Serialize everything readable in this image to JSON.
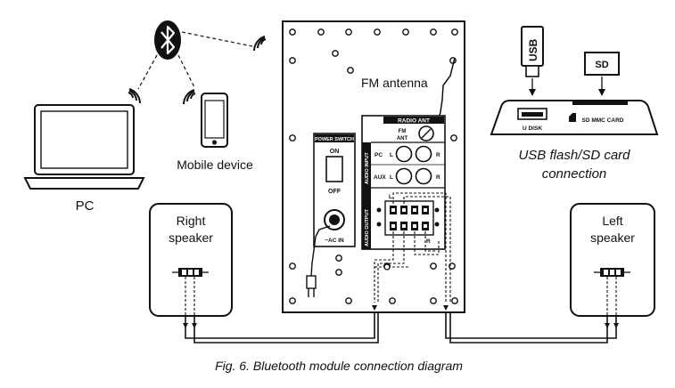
{
  "caption": "Fig. 6. Bluetooth module connection diagram",
  "devices": {
    "pc": "PC",
    "mobile": "Mobile device",
    "right_speaker": [
      "Right",
      "speaker"
    ],
    "left_speaker": [
      "Left",
      "speaker"
    ]
  },
  "media": {
    "usb_tag": "USB",
    "sd_tag": "SD",
    "udisk": "U DISK",
    "sd_slot": "SD MMC CARD",
    "caption_lines": [
      "USB flash/SD card",
      "connection"
    ]
  },
  "panel": {
    "fm_antenna": "FM antenna",
    "radio_ant": "RADIO ANT",
    "fm_ant": [
      "FM",
      "ANT"
    ],
    "power_switch": "POWER SWITCH",
    "on": "ON",
    "off": "OFF",
    "ac_in": "~AC IN",
    "audio_input": "AUDIO INPUT",
    "pc": "PC",
    "aux": "AUX",
    "L": "L",
    "R": "R",
    "audio_output": "AUDIO OUTPUT"
  },
  "colors": {
    "ink": "#111111",
    "stroke": "#222222",
    "paper": "#ffffff"
  }
}
